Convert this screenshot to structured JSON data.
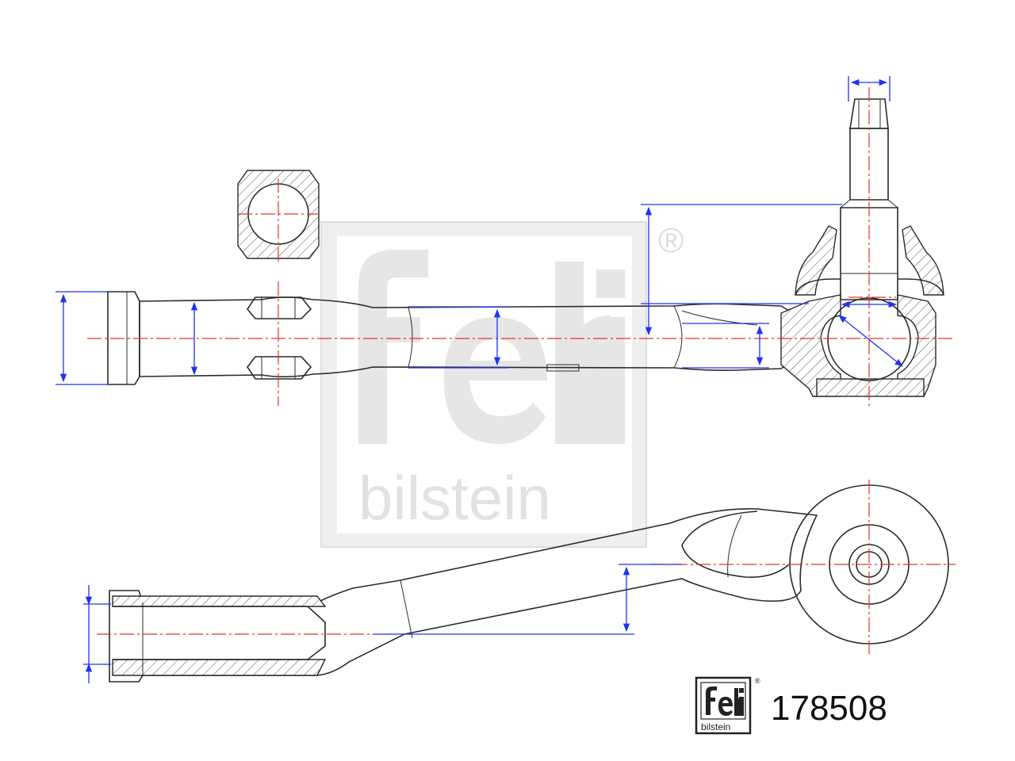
{
  "watermark": {
    "brand": "febi",
    "subbrand": "bilstein",
    "registered_mark": "®"
  },
  "logo": {
    "brand": "febi",
    "subbrand": "bilstein",
    "registered_mark": "®"
  },
  "part_number": "178508",
  "colors": {
    "outline": "#2b2b2b",
    "centerline": "#e0362c",
    "dimension": "#2233ee",
    "watermark": "#e2e2e2"
  }
}
